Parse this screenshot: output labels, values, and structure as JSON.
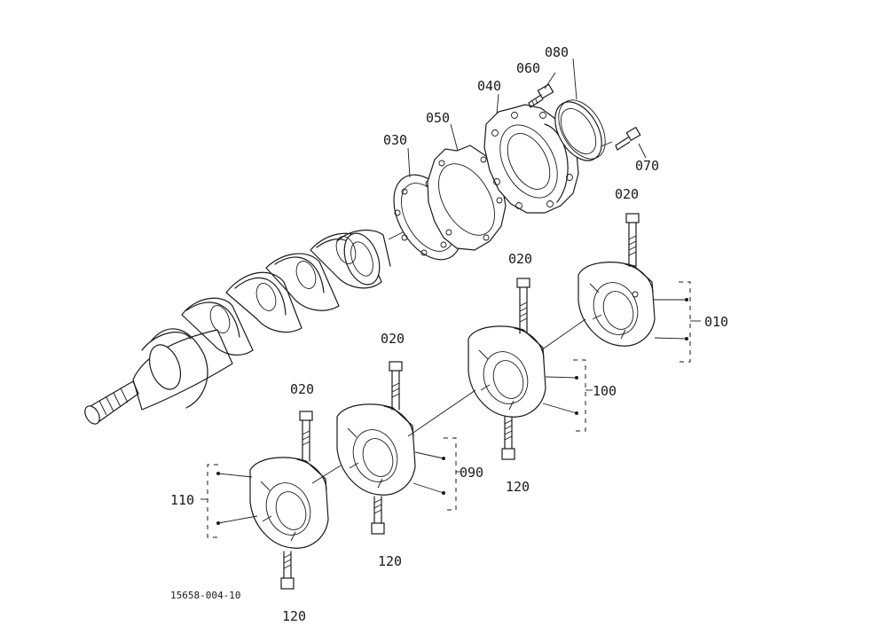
{
  "labels": {
    "p010": "010",
    "p020_a": "020",
    "p020_b": "020",
    "p020_c": "020",
    "p020_d": "020",
    "p030": "030",
    "p040": "040",
    "p050": "050",
    "p060": "060",
    "p070": "070",
    "p080": "080",
    "p090": "090",
    "p100": "100",
    "p110": "110",
    "p120_a": "120",
    "p120_b": "120",
    "p120_c": "120"
  },
  "drawing_code": "15658-004-10"
}
